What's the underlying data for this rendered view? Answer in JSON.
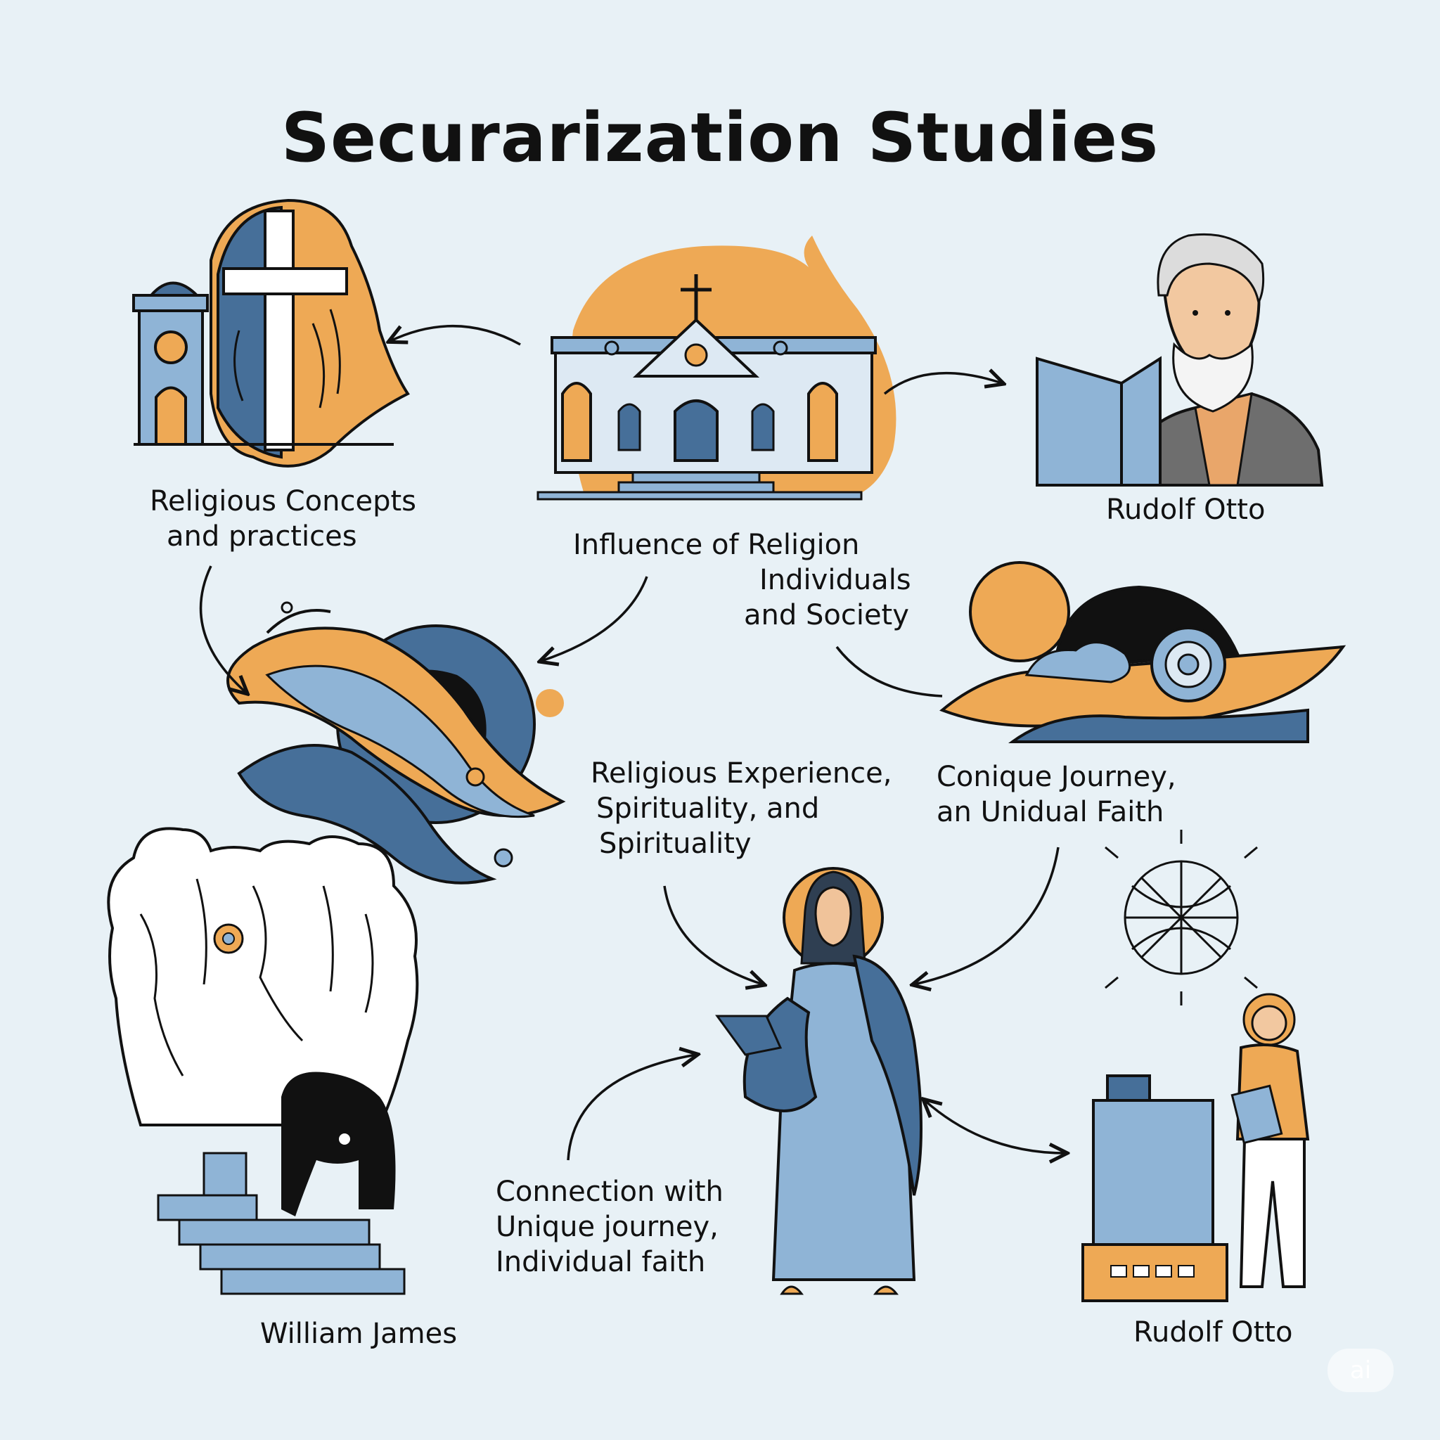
{
  "title": "Securarization Studies",
  "nodes": {
    "religious_concepts": [
      "Religious Concepts",
      "and practices"
    ],
    "influence": [
      "Influence of Religion",
      "Individuals",
      "and Society"
    ],
    "rudolf_otto_top": "Rudolf Otto",
    "religious_experience": [
      "Religious Experience,",
      "Spirituality, and",
      "Spirituality"
    ],
    "conique_journey": [
      "Conique Journey,",
      "an Unidual Faith"
    ],
    "connection": [
      "Connection with",
      "Unique journey,",
      "Individual faith"
    ],
    "william_james": "William James",
    "rudolf_otto_bottom": "Rudolf Otto"
  },
  "watermark": "ai",
  "colors": {
    "background": "#e8f1f6",
    "blue": "#8fb4d6",
    "dark_blue": "#466f99",
    "orange": "#eea955",
    "outline": "#111111"
  },
  "icons": [
    "church-icon",
    "cross-tower-icon",
    "bearded-man-portrait-icon",
    "cosmic-swirl-icon",
    "planet-wave-icon",
    "saint-figure-icon",
    "rock-figure-icon",
    "geometric-sphere-icon",
    "man-with-machine-icon"
  ]
}
